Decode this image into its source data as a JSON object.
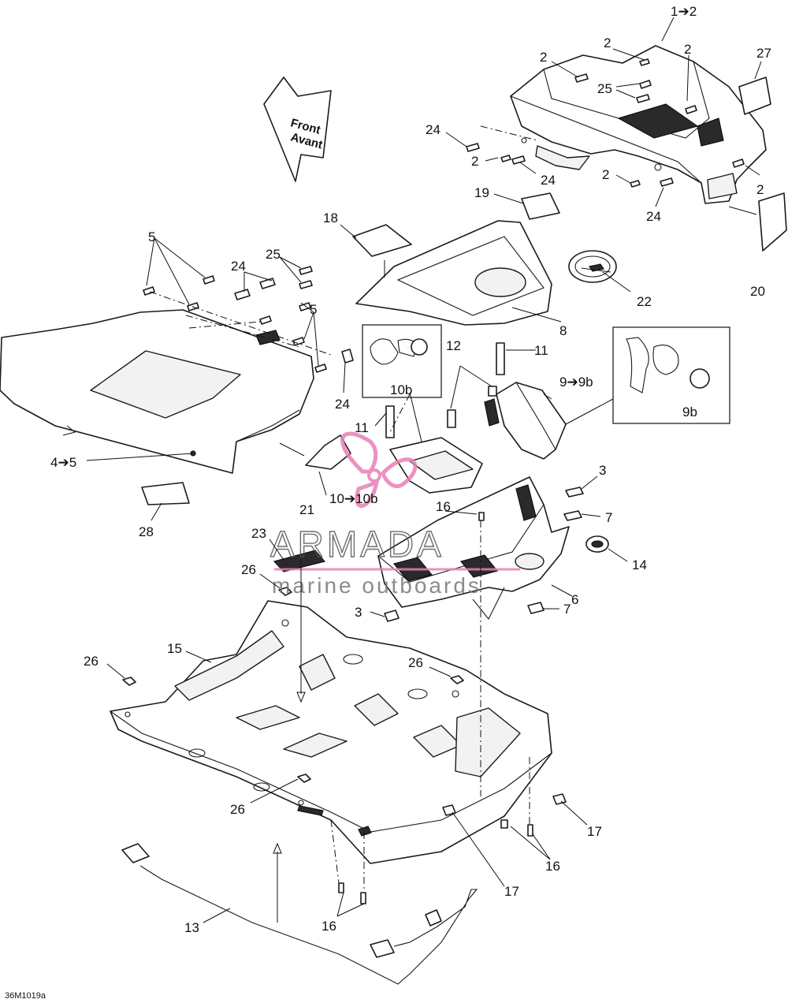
{
  "diagram": {
    "drawing_number": "36M1019a",
    "direction_arrow": {
      "line1": "Front",
      "line2": "Avant"
    },
    "watermark": {
      "brand": "ARMADA",
      "tagline": "marine outboards",
      "logo_color": "#e87fb6"
    },
    "callouts": {
      "c1_2": "1➔2",
      "c2": "2",
      "c3": "3",
      "c4_5": "4➔5",
      "c5": "5",
      "c6": "6",
      "c7": "7",
      "c8": "8",
      "c9_9b": "9➔9b",
      "c9b": "9b",
      "c10_10b": "10➔10b",
      "c10b": "10b",
      "c11": "11",
      "c12": "12",
      "c13": "13",
      "c14": "14",
      "c15": "15",
      "c16": "16",
      "c17": "17",
      "c18": "18",
      "c19": "19",
      "c20": "20",
      "c21": "21",
      "c22": "22",
      "c23": "23",
      "c24": "24",
      "c25": "25",
      "c26": "26",
      "c27": "27",
      "c28": "28"
    }
  }
}
